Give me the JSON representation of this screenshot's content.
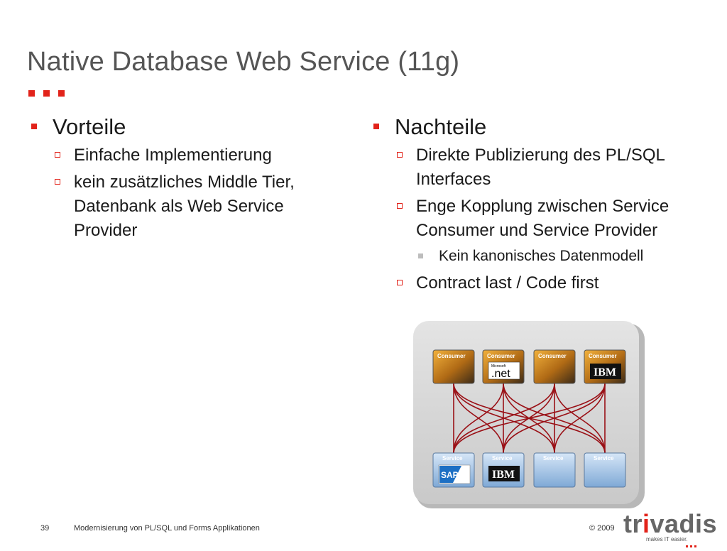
{
  "title": "Native Database Web Service (11g)",
  "left": {
    "heading": "Vorteile",
    "items": [
      "Einfache Implementierung",
      "kein zusätzliches Middle Tier, Datenbank als Web Service Provider"
    ]
  },
  "right": {
    "heading": "Nachteile",
    "items": [
      "Direkte Publizierung des PL/SQL Interfaces",
      "Enge Kopplung zwischen Service Consumer und Service Provider"
    ],
    "subitem": "Kein kanonisches Datenmodell",
    "last_item": "Contract last / Code first"
  },
  "diagram": {
    "consumers": [
      "Consumer",
      "Consumer",
      "Consumer",
      "Consumer"
    ],
    "services": [
      "Service",
      "Service",
      "Service",
      "Service"
    ],
    "net_small": "Microsoft",
    "net_big": ".net",
    "ibm": "IBM",
    "sap": "SAP"
  },
  "footer": {
    "page": "39",
    "text": "Modernisierung von PL/SQL und Forms Applikationen",
    "copyright": "© 2009"
  },
  "logo": {
    "pre": "tr",
    "i": "i",
    "post": "vadis",
    "tagline": "makes IT easier."
  },
  "colors": {
    "accent": "#e2231a",
    "connector": "#9a1016"
  }
}
